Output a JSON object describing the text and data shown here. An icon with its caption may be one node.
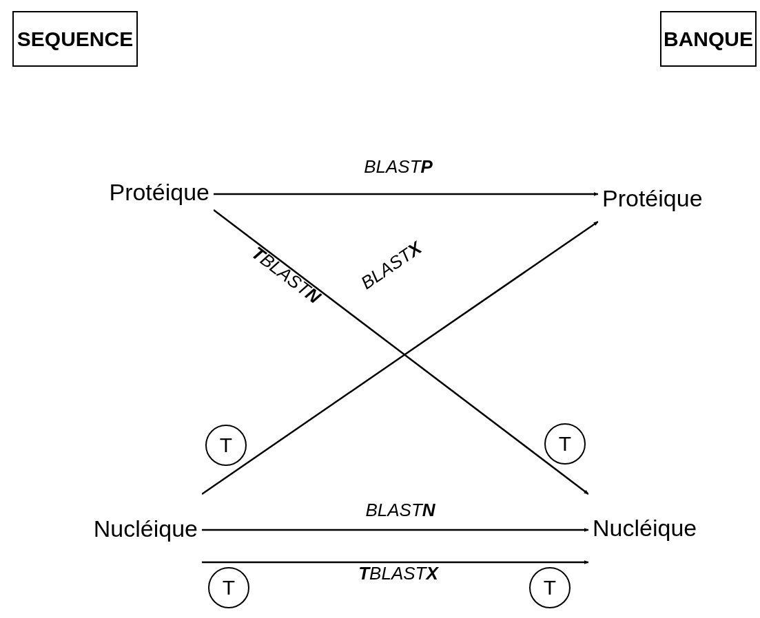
{
  "diagram": {
    "nodes": [
      {
        "text": [
          "SEQUENCE"
        ]
      },
      {
        "text": [
          "BANQUE"
        ]
      },
      {
        "text": [
          "Protéique"
        ]
      },
      {
        "text": [
          "Protéique"
        ]
      },
      {
        "text": [
          "Nucléique"
        ]
      },
      {
        "text": [
          "Nucléique"
        ]
      },
      {
        "text": [
          "T"
        ]
      },
      {
        "text": [
          "T"
        ]
      },
      {
        "text": [
          "T"
        ]
      },
      {
        "text": [
          "T"
        ]
      }
    ],
    "edges": [
      {
        "from": 2,
        "to": 3,
        "arrow": "to",
        "label": "BLAST**P**"
      },
      {
        "from": 2,
        "to": 5,
        "arrow": "to",
        "label": "**T**BLAST**N**"
      },
      {
        "from": 4,
        "to": 3,
        "arrow": "to",
        "label": "BLAST**X**"
      },
      {
        "from": 4,
        "to": 5,
        "arrow": "to",
        "label": "BLAST**N**"
      },
      {
        "from": 4,
        "to": 5,
        "arrow": "to",
        "label": "**T**BLAST**X**"
      }
    ]
  }
}
